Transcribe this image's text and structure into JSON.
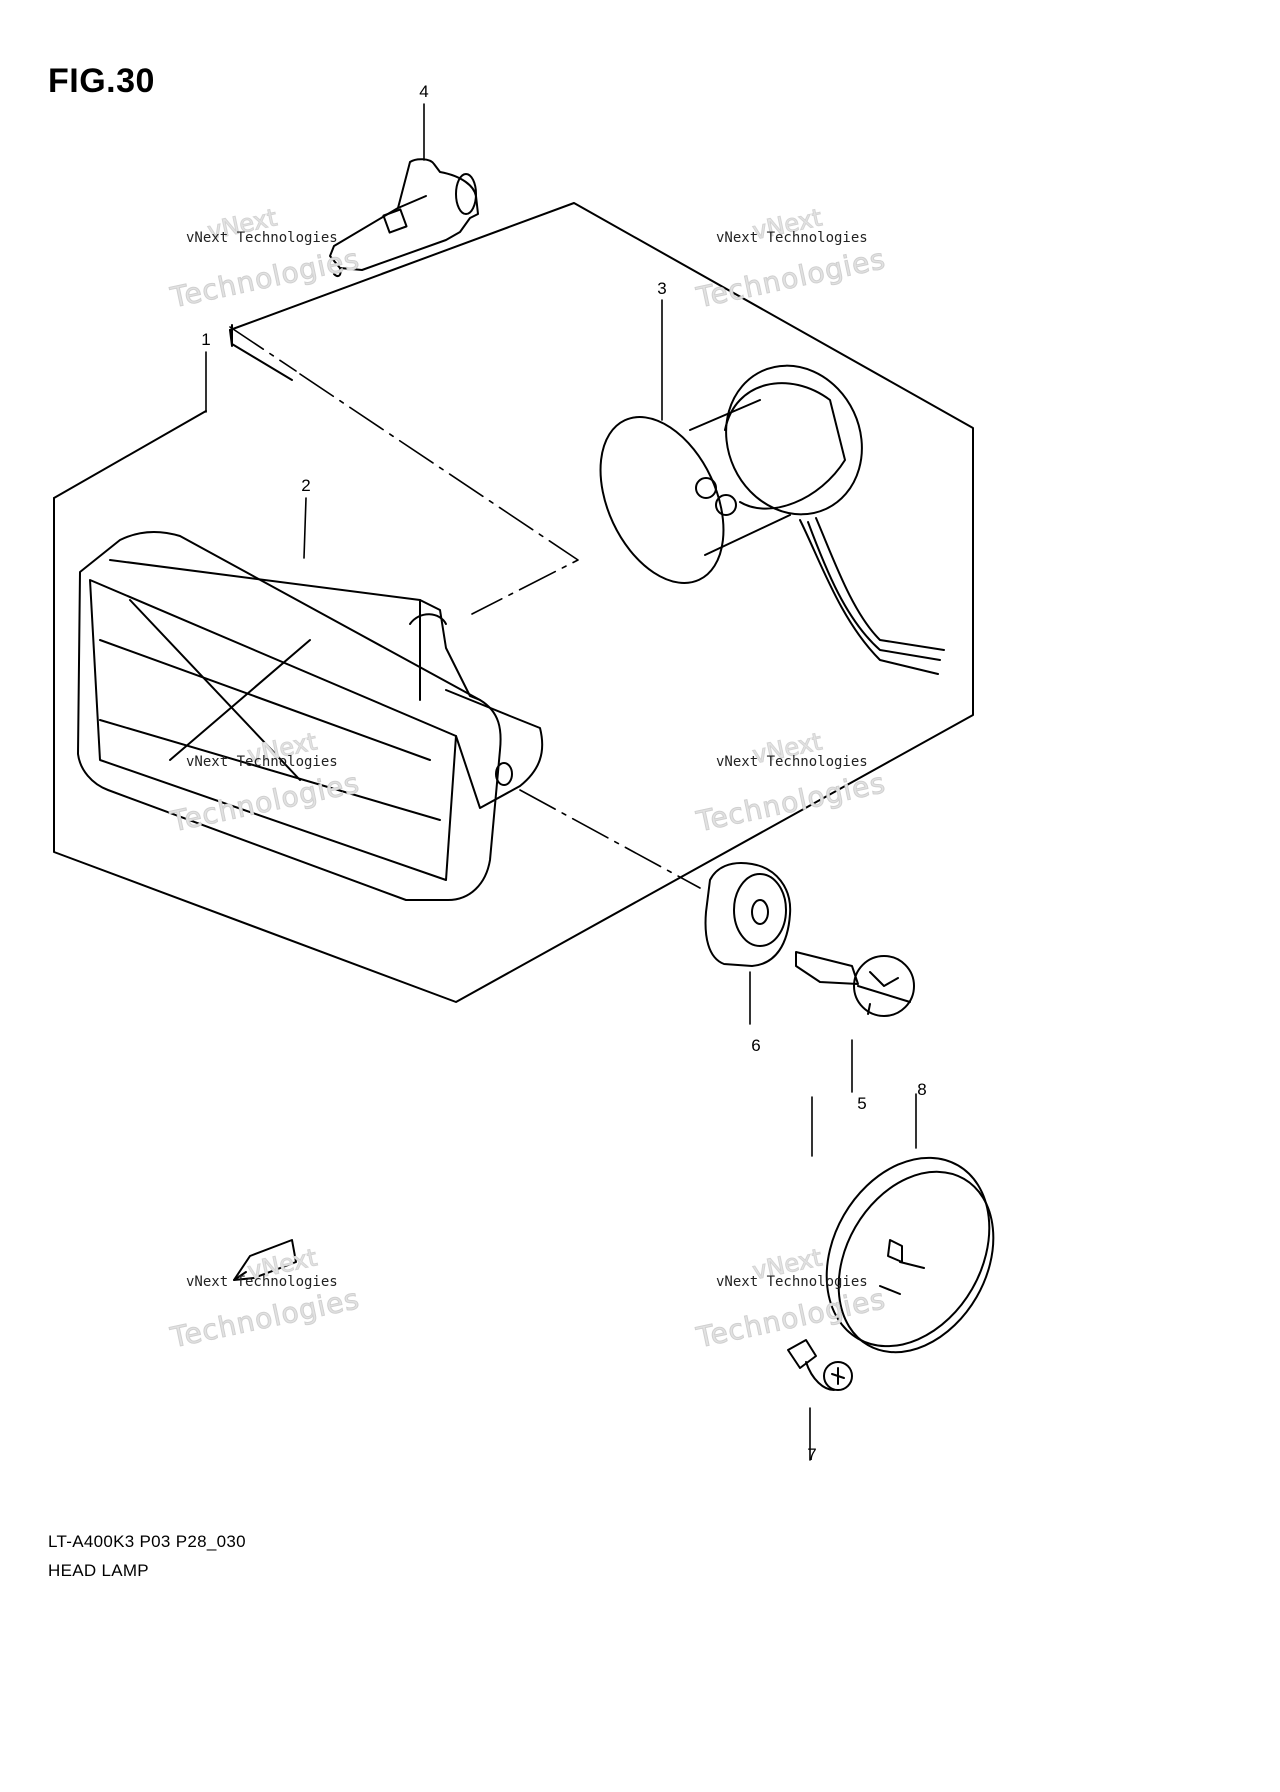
{
  "figure": {
    "title": "FIG.30"
  },
  "callouts": [
    {
      "id": "1",
      "label": "1"
    },
    {
      "id": "2",
      "label": "2"
    },
    {
      "id": "3",
      "label": "3"
    },
    {
      "id": "4",
      "label": "4"
    },
    {
      "id": "5",
      "label": "5"
    },
    {
      "id": "6",
      "label": "6"
    },
    {
      "id": "7",
      "label": "7"
    },
    {
      "id": "8",
      "label": "8"
    }
  ],
  "caption": {
    "code": "LT-A400K3  P03  P28_030",
    "name": "HEAD LAMP"
  },
  "watermark": {
    "line": "vNext Technologies",
    "arc_small": "vNext",
    "arc_big": "Technologies"
  },
  "parts": [
    "headlamp-assembly",
    "lens-housing",
    "bulb-socket",
    "bulb",
    "screw",
    "grommet",
    "screw-small",
    "cap"
  ]
}
